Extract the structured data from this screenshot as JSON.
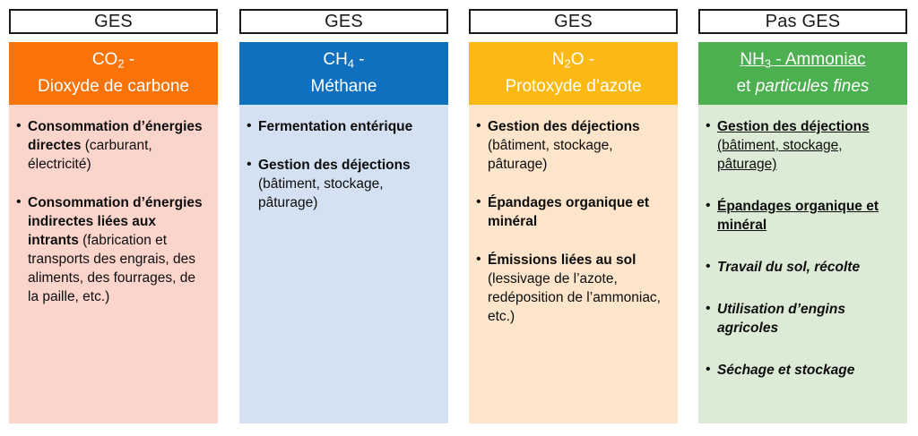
{
  "page": {
    "title": "Sources d'émissions par gaz",
    "background": "#ffffff"
  },
  "columns": [
    {
      "id": "co2",
      "tag": "GES",
      "header_color": "#F97306",
      "body_color": "#FBD5CC",
      "formula": "CO",
      "formula_sub": "2",
      "formula_suffix": " -",
      "name": "Dioxyde de carbone",
      "header_underline": false,
      "header_second_italic": false,
      "bullets": [
        {
          "strong": "Consommation d’énergies directes",
          "rest": " (carburant, électricité)",
          "underline": false,
          "italic": false
        },
        {
          "strong": "Consommation d’énergies indirectes liées aux intrants",
          "rest": " (fabrication et transports des engrais, des aliments, des fourrages, de la paille, etc.)",
          "underline": false,
          "italic": false
        }
      ]
    },
    {
      "id": "ch4",
      "tag": "GES",
      "header_color": "#0E70BE",
      "body_color": "#D4E1F2",
      "formula": "CH",
      "formula_sub": "4",
      "formula_suffix": " -",
      "name": "Méthane",
      "header_underline": false,
      "header_second_italic": false,
      "bullets": [
        {
          "strong": "Fermentation entérique",
          "rest": "",
          "underline": false,
          "italic": false
        },
        {
          "strong": "Gestion des déjections",
          "rest": " (bâtiment, stockage, pâturage)",
          "underline": false,
          "italic": false
        }
      ]
    },
    {
      "id": "n2o",
      "tag": "GES",
      "header_color": "#FDB913",
      "body_color": "#FCE5CB",
      "formula": "N",
      "formula_sub": "2",
      "formula_suffix": "O -",
      "name": "Protoxyde d’azote",
      "header_underline": false,
      "header_second_italic": false,
      "bullets": [
        {
          "strong": "Gestion des déjections",
          "rest": " (bâtiment, stockage, pâturage)",
          "underline": false,
          "italic": false
        },
        {
          "strong": "Épandages organique et minéral",
          "rest": "",
          "underline": false,
          "italic": false
        },
        {
          "strong": "Émissions liées au sol",
          "rest": " (lessivage de l’azote, redéposition de l’ammoniac, etc.)",
          "underline": false,
          "italic": false
        }
      ]
    },
    {
      "id": "nh3",
      "tag": "Pas GES",
      "header_color": "#4CAF50",
      "body_color": "#DCEBD6",
      "formula": "NH",
      "formula_sub": "3",
      "formula_suffix": " - Ammoniac",
      "name": "et particules fines",
      "name_prefix": "et ",
      "name_italic_part": "particules fines",
      "header_underline": true,
      "header_second_italic": true,
      "bullets": [
        {
          "strong": "Gestion des déjections",
          "rest": " (bâtiment, stockage, pâturage)",
          "underline": true,
          "italic": false
        },
        {
          "strong": "Épandages organique et minéral",
          "rest": "",
          "underline": true,
          "italic": false
        },
        {
          "strong": "Travail du sol, récolte",
          "rest": "",
          "underline": false,
          "italic": true
        },
        {
          "strong": "Utilisation d’engins agricoles",
          "rest": "",
          "underline": false,
          "italic": true
        },
        {
          "strong": "Séchage et stockage",
          "rest": "",
          "underline": false,
          "italic": true
        }
      ]
    }
  ]
}
